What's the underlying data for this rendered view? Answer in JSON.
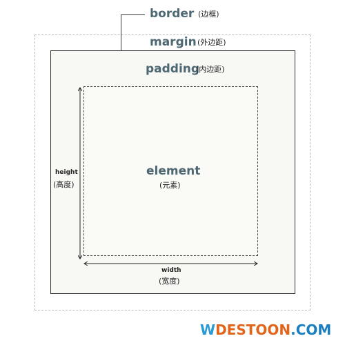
{
  "labels": {
    "border": "border",
    "border_cn": "(边框)",
    "margin": "margin",
    "margin_cn": "(外边距)",
    "padding": "padding",
    "padding_cn": "(内边距)",
    "element": "element",
    "element_cn": "(元素)",
    "height": "height",
    "height_cn": "(高度)",
    "width": "width",
    "width_cn": "(宽度)"
  },
  "watermark": {
    "w": "W",
    "main": "DESTOON",
    "com": ".COM"
  },
  "colors": {
    "label_accent": "#4d6773",
    "border_line": "#2f2f2f",
    "margin_dash": "#b9b9b9",
    "watermark_orange": "#e0651a",
    "watermark_blue": "#1a7fc0"
  }
}
